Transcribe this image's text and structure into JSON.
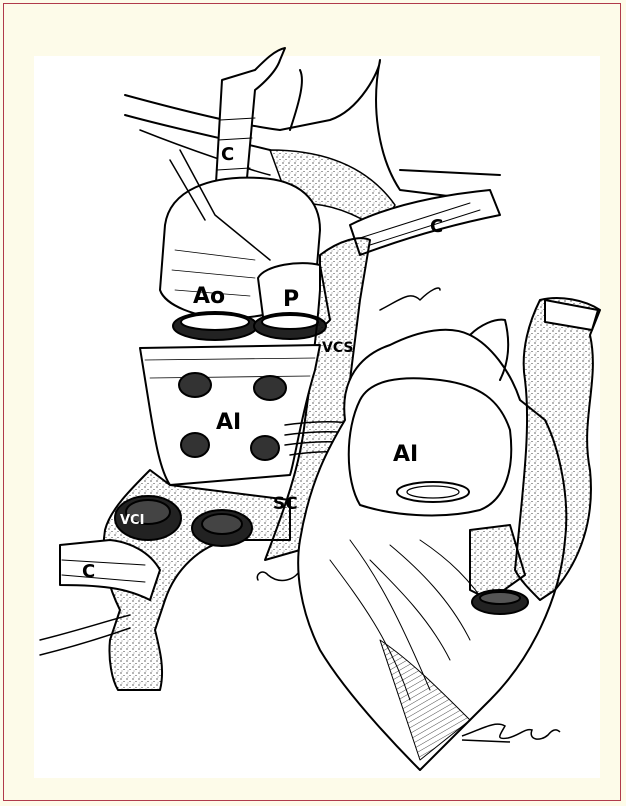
{
  "labels": {
    "c_top": "C",
    "c_right": "C",
    "c_left": "C",
    "ao": "Ao",
    "p": "P",
    "vcs": "VCS",
    "ai_left": "AI",
    "ai_right": "AI",
    "vci": "VCI",
    "sc": "SC"
  },
  "colors": {
    "frame_border": "#b03a4a",
    "background": "#fdfbe9",
    "ink": "#000000"
  },
  "signature": "artist signature"
}
